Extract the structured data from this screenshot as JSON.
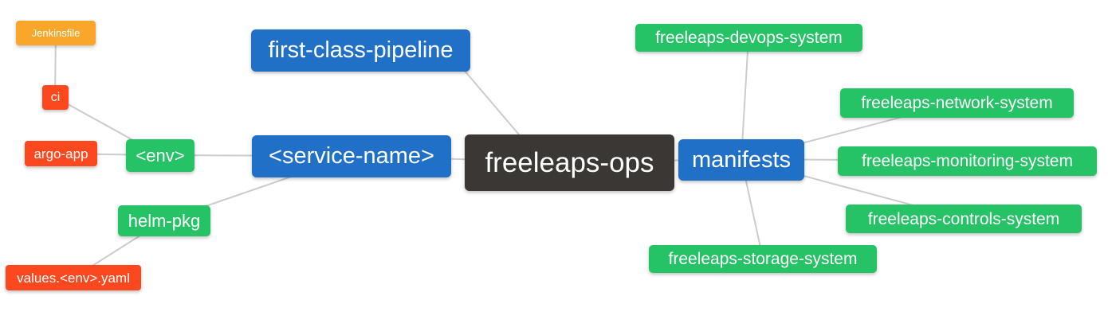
{
  "diagram": {
    "type": "mindmap",
    "background": "#ffffff",
    "edge_color": "#cccccc",
    "palette": {
      "root": "#3b3734",
      "branch_blue": "#2170c7",
      "node_green": "#25c366",
      "node_red": "#fb481e",
      "node_orange": "#f9a72b",
      "text": "#ffffff"
    },
    "root": {
      "label": "freeleaps-ops"
    },
    "nodes": {
      "first_class_pipeline": {
        "label": "first-class-pipeline"
      },
      "service_name": {
        "label": "<service-name>"
      },
      "manifests": {
        "label": "manifests"
      },
      "env": {
        "label": "<env>"
      },
      "helm_pkg": {
        "label": "helm-pkg"
      },
      "ci": {
        "label": "ci"
      },
      "argo_app": {
        "label": "argo-app"
      },
      "jenkinsfile": {
        "label": "Jenkinsfile"
      },
      "values_env_yaml": {
        "label": "values.<env>.yaml"
      },
      "devops_system": {
        "label": "freeleaps-devops-system"
      },
      "network_system": {
        "label": "freeleaps-network-system"
      },
      "monitoring_system": {
        "label": "freeleaps-monitoring-system"
      },
      "controls_system": {
        "label": "freeleaps-controls-system"
      },
      "storage_system": {
        "label": "freeleaps-storage-system"
      }
    },
    "edges": [
      [
        "jenkinsfile",
        "ci"
      ],
      [
        "ci",
        "env"
      ],
      [
        "argo_app",
        "env"
      ],
      [
        "env",
        "service_name"
      ],
      [
        "helm_pkg",
        "service_name"
      ],
      [
        "values_env_yaml",
        "helm_pkg"
      ],
      [
        "first_class_pipeline",
        "freeleaps-ops"
      ],
      [
        "service_name",
        "freeleaps-ops"
      ],
      [
        "freeleaps-ops",
        "manifests"
      ],
      [
        "manifests",
        "devops_system"
      ],
      [
        "manifests",
        "network_system"
      ],
      [
        "manifests",
        "monitoring_system"
      ],
      [
        "manifests",
        "controls_system"
      ],
      [
        "manifests",
        "storage_system"
      ]
    ]
  }
}
